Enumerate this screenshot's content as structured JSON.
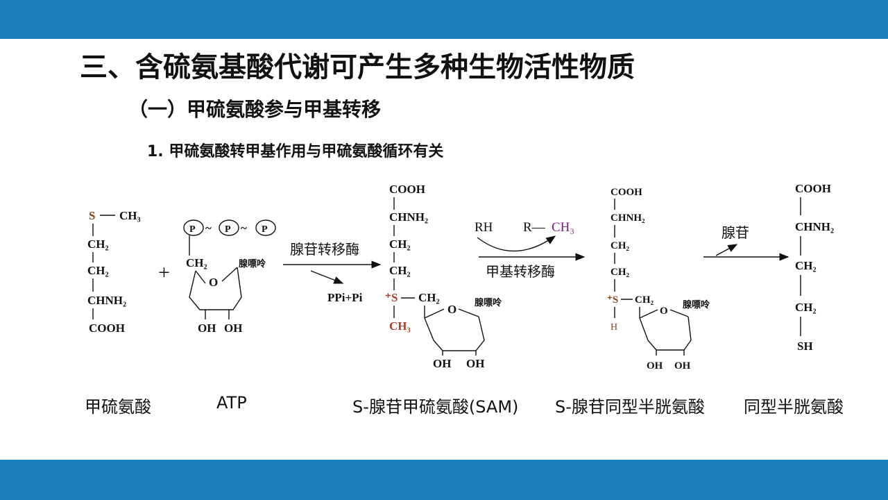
{
  "title": "三、含硫氨基酸代谢可产生多种生物活性物质",
  "subtitle": "（一）甲硫氨酸参与甲基转移",
  "section": "1. 甲硫氨酸转甲基作用与甲硫氨酸循环有关",
  "colors": {
    "band": "#1a80bb",
    "sulfur": "#8b4513",
    "methyl_sam": "#b03a2e",
    "methyl_transfer": "#7b1f7b"
  },
  "atoms": {
    "S": "S",
    "CH3": "CH₃",
    "CH2": "CH₂",
    "CHNH2": "CHNH₂",
    "COOH": "COOH",
    "P": "P",
    "tilde": "~",
    "plus": "+",
    "O": "O",
    "OH": "OH",
    "H": "H",
    "SH": "SH",
    "S_plus": "⁺S",
    "adenine": "腺嘌呤"
  },
  "reaction": {
    "enzyme1": "腺苷转移酶",
    "byproduct": "PPi+Pi",
    "rh": "RH",
    "r_ch3_prefix": "R—",
    "ch3": "CH₃",
    "enzyme2": "甲基转移酶",
    "release": "腺苷"
  },
  "labels": {
    "met": "甲硫氨酸",
    "atp": "ATP",
    "sam": "S-腺苷甲硫氨酸(SAM)",
    "sah": "S-腺苷同型半胱氨酸",
    "hcy": "同型半胱氨酸"
  }
}
